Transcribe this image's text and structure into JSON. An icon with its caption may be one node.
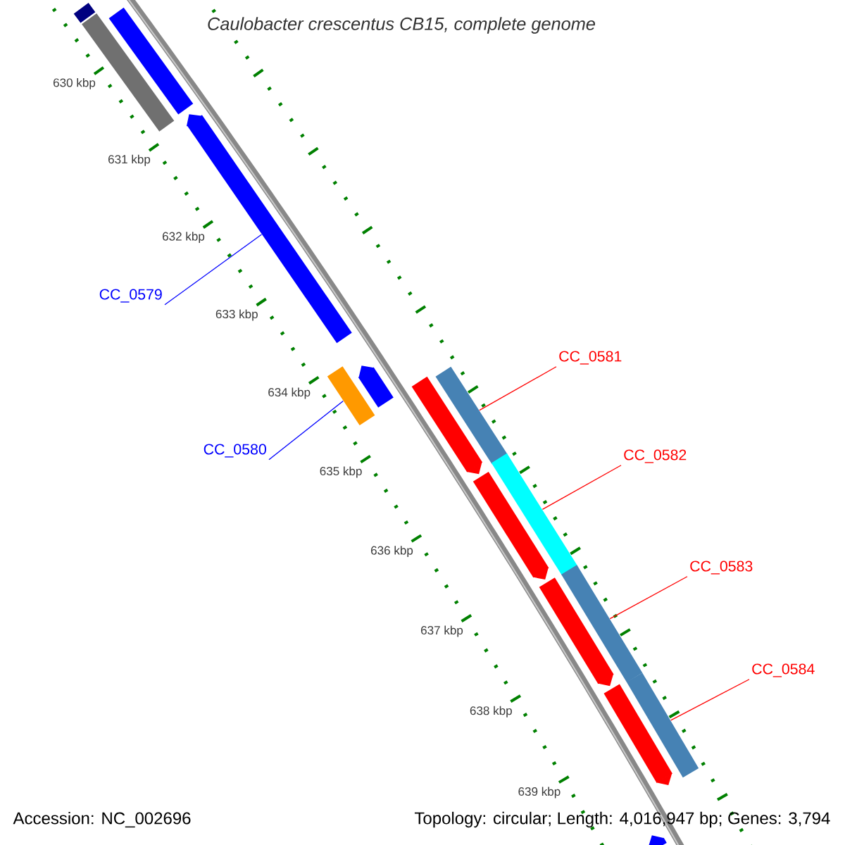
{
  "diagram": {
    "title": "Caulobacter crescentus CB15, complete genome",
    "nodes": [
      {
        "text": [],
        "shape": "bar"
      },
      {
        "text": [],
        "shape": "bar"
      },
      {
        "text": [],
        "shape": "bar"
      },
      {
        "text": [],
        "shape": "bar"
      },
      {
        "text": [],
        "shape": "bar"
      },
      {
        "text": [],
        "shape": "bar"
      },
      {
        "text": [],
        "shape": "bar"
      },
      {
        "text": [],
        "shape": "bar"
      },
      {
        "text": [],
        "shape": "bar"
      },
      {
        "text": [],
        "shape": "bar"
      },
      {
        "text": [],
        "shape": "bar"
      },
      {
        "text": [],
        "shape": "bar"
      },
      {
        "text": [],
        "shape": "bar"
      },
      {
        "text": [],
        "shape": "bar"
      },
      {
        "text": [],
        "shape": "bar"
      },
      {
        "text": [
          "CC_0579"
        ]
      },
      {
        "text": [
          "CC_0580"
        ]
      },
      {
        "text": [
          "CC_0581"
        ]
      },
      {
        "text": [
          "CC_0582"
        ]
      },
      {
        "text": [
          "CC_0583"
        ]
      },
      {
        "text": [
          "CC_0584"
        ]
      }
    ],
    "edges": [
      {
        "from": 15,
        "to": 3,
        "arrow": "none",
        "color": "#0000ff"
      },
      {
        "from": 16,
        "to": 5,
        "arrow": "none",
        "color": "#0000ff"
      },
      {
        "from": 17,
        "to": 7,
        "arrow": "none"
      },
      {
        "from": 18,
        "to": 9,
        "arrow": "none"
      },
      {
        "from": 19,
        "to": 11,
        "arrow": "none"
      },
      {
        "from": 20,
        "to": 13,
        "arrow": "none"
      }
    ],
    "labels": [
      "630 kbp",
      "631 kbp",
      "632 kbp",
      "633 kbp",
      "634 kbp",
      "635 kbp",
      "636 kbp",
      "637 kbp",
      "638 kbp",
      "639 kbp",
      "Accession: NC_002696",
      "Topology: circular; Length: 4,016,947 bp; Genes: 3,794"
    ]
  }
}
